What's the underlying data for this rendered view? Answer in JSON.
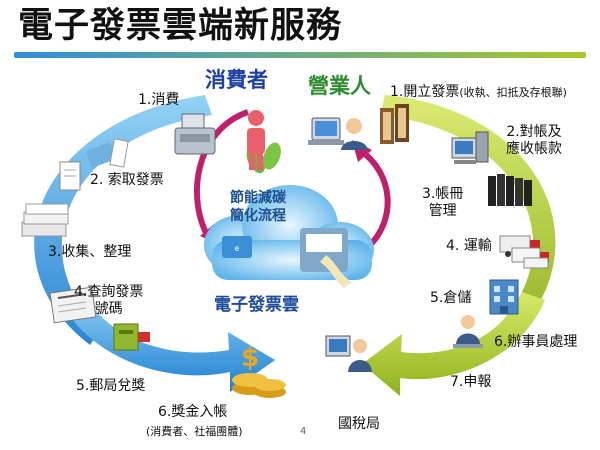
{
  "title": "電子發票雲端新服務",
  "roles": {
    "consumer": "消費者",
    "merchant": "營業人"
  },
  "center": {
    "line1": "節能減碳",
    "line2": "簡化流程",
    "cloud": "電子發票雲"
  },
  "consumer_steps": {
    "s1": "1.消費",
    "s2": "2. 索取發票",
    "s3": "3.收集、整理",
    "s4a": "4.查詢發票",
    "s4b": "號碼",
    "s5": "5.郵局兌獎",
    "s6": "6.獎金入帳",
    "s6note": "(消費者、社福團體)"
  },
  "merchant_steps": {
    "s1a": "1.開立發票",
    "s1b": "(收執、扣抵及存根聯)",
    "s2a": "2.對帳及",
    "s2b": "應收帳款",
    "s3a": "3.帳冊",
    "s3b": "管理",
    "s4": "4. 運輸",
    "s5": "5.倉儲",
    "s6": "6.辦事員處理",
    "s7": "7.申報",
    "tax": "國稅局"
  },
  "page_number": "4",
  "colors": {
    "blue_arc": "#2f8fdc",
    "green_arc": "#a8c82a",
    "consumer_arrow": "#c0206a",
    "title_blue": "#1f3fa8",
    "title_green": "#2e8b2e"
  },
  "icons": [
    "cash-register-icon",
    "credit-card-icon",
    "receipt-icon",
    "document-stack-icon",
    "newspaper-icon",
    "post-office-icon",
    "coins-icon",
    "consumer-person-icon",
    "merchant-person-icon",
    "computer-icon",
    "invoice-books-icon",
    "binders-icon",
    "trucks-icon",
    "building-icon",
    "clerk-icon",
    "tax-officer-icon",
    "cloud-server-icon"
  ]
}
